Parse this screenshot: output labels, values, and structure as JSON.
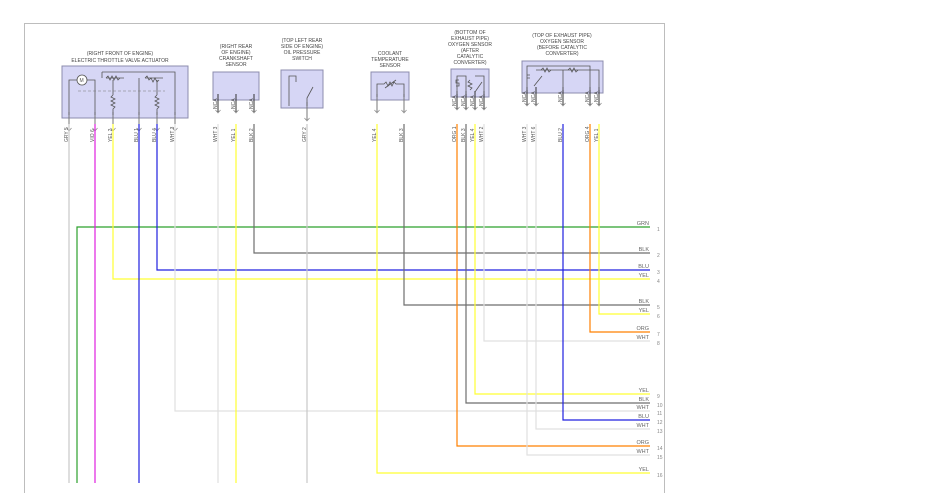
{
  "colors": {
    "GRN": "#2ca02c",
    "BLK": "#6e6e6e",
    "BLU": "#2020e0",
    "YEL": "#ffff33",
    "ORG": "#ff8000",
    "WHT": "#e0e0e0",
    "GRY": "#c8c8c8",
    "VIO": "#e020e0",
    "stub": "#333333"
  },
  "components": [
    {
      "id": "throttle",
      "title": [
        "(RIGHT FRONT OF ENGINE)",
        "ELECTRIC THROTTLE VALVE ACTUATOR"
      ],
      "pins": [
        {
          "pin": "5",
          "color": "GRY",
          "nca": false
        },
        {
          "pin": "6",
          "color": "VIO",
          "nca": false
        },
        {
          "pin": "2",
          "color": "YEL",
          "nca": false
        },
        {
          "pin": "1",
          "color": "BLU",
          "nca": false
        },
        {
          "pin": "4",
          "color": "BLU",
          "nca": false
        },
        {
          "pin": "3",
          "color": "WHT",
          "nca": false
        }
      ]
    },
    {
      "id": "crankshaft",
      "title": [
        "(RIGHT REAR",
        "OF ENGINE)",
        "CRANKSHAFT",
        "SENSOR"
      ],
      "pins": [
        {
          "pin": "3",
          "color": "WHT",
          "nca": true
        },
        {
          "pin": "1",
          "color": "YEL",
          "nca": true
        },
        {
          "pin": "2",
          "color": "BLK",
          "nca": true
        }
      ]
    },
    {
      "id": "oil_pressure",
      "title": [
        "(TOP LEFT REAR",
        "SIDE OF ENGINE)",
        "OIL PRESSURE",
        "SWITCH"
      ],
      "pins": [
        {
          "pin": "2",
          "color": "GRY",
          "nca": false
        }
      ]
    },
    {
      "id": "coolant",
      "title": [
        "COOLANT",
        "TEMPERATURE",
        "SENSOR"
      ],
      "pins": [
        {
          "pin": "4",
          "color": "YEL",
          "nca": false
        },
        {
          "pin": "3",
          "color": "BLK",
          "nca": false
        }
      ]
    },
    {
      "id": "o2_after",
      "title": [
        "(BOTTOM OF",
        "EXHAUST PIPE)",
        "OXYGEN SENSOR",
        "(AFTER",
        "CATALYTIC",
        "CONVERTER)"
      ],
      "pins": [
        {
          "pin": "1",
          "color": "ORG",
          "nca": true
        },
        {
          "pin": "3",
          "color": "BLK",
          "nca": true
        },
        {
          "pin": "4",
          "color": "YEL",
          "nca": true
        },
        {
          "pin": "2",
          "color": "WHT",
          "nca": true
        }
      ]
    },
    {
      "id": "o2_before",
      "title": [
        "(TOP OF EXHAUST PIPE)",
        "OXYGEN SENSOR",
        "(BEFORE CATALYTIC",
        "CONVERTER)"
      ],
      "pins": [
        {
          "pin": "3",
          "color": "WHT",
          "nca": true
        },
        {
          "pin": "6",
          "color": "WHT",
          "nca": true
        },
        {
          "pin": "2",
          "color": "BLU",
          "nca": true
        },
        {
          "pin": "4",
          "color": "ORG",
          "nca": true
        },
        {
          "pin": "1",
          "color": "YEL",
          "nca": true
        }
      ]
    }
  ],
  "nca_label": "NCA",
  "bus": [
    {
      "num": "1",
      "color": "GRN",
      "from": "green-source"
    },
    {
      "num": "2",
      "color": "BLK",
      "from": "crankshaft.2"
    },
    {
      "num": "3",
      "color": "BLU",
      "from": "throttle.4"
    },
    {
      "num": "4",
      "color": "YEL",
      "from": "throttle.2"
    },
    {
      "num": "5",
      "color": "BLK",
      "from": "coolant.3"
    },
    {
      "num": "6",
      "color": "YEL",
      "from": "o2_before.1"
    },
    {
      "num": "7",
      "color": "ORG",
      "from": "o2_before.4"
    },
    {
      "num": "8",
      "color": "WHT",
      "from": "o2_after.2"
    },
    {
      "num": "9",
      "color": "YEL",
      "from": "o2_after.4"
    },
    {
      "num": "10",
      "color": "BLK",
      "from": "o2_after.3"
    },
    {
      "num": "11",
      "color": "WHT",
      "from": "throttle.3"
    },
    {
      "num": "12",
      "color": "BLU",
      "from": "o2_before.2"
    },
    {
      "num": "13",
      "color": "WHT",
      "from": "o2_before.6"
    },
    {
      "num": "14",
      "color": "ORG",
      "from": "o2_after.1"
    },
    {
      "num": "15",
      "color": "WHT",
      "from": "o2_before.3"
    },
    {
      "num": "16",
      "color": "YEL",
      "from": "coolant.4"
    }
  ]
}
